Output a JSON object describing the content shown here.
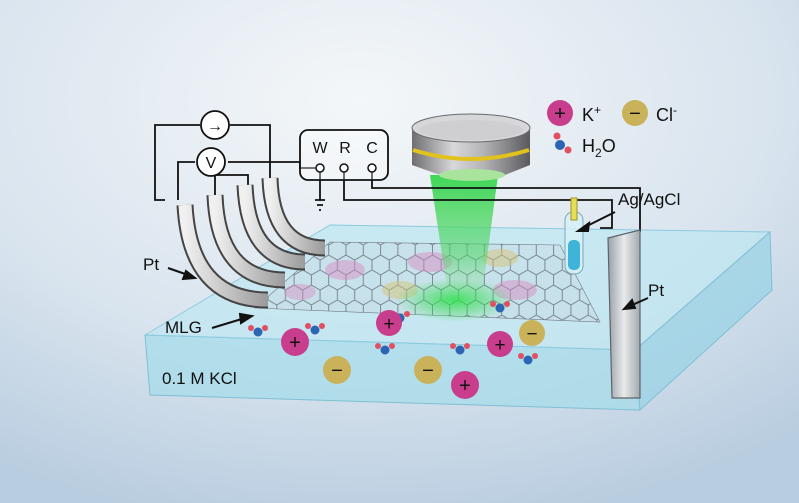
{
  "legend": {
    "cation_label": "K",
    "cation_sup": "+",
    "anion_label": "Cl",
    "anion_sup": "-",
    "water_label_main": "H",
    "water_label_sub": "2",
    "water_label_end": "O"
  },
  "potentiostat": {
    "terminal_w": "W",
    "terminal_r": "R",
    "terminal_c": "C"
  },
  "meters": {
    "ammeter_symbol": "→",
    "voltmeter_symbol": "V"
  },
  "labels": {
    "reference_electrode": "Ag/AgCl",
    "pt_probe": "Pt",
    "pt_plate": "Pt",
    "graphene": "MLG",
    "electrolyte": "0.1 M KCl"
  },
  "ion_signs": {
    "plus": "+",
    "minus": "−"
  },
  "colors": {
    "cation": "#cc3f8f",
    "anion": "#c9b25a",
    "electrolyte": "#8fd3e8",
    "laser": "#2fd14a",
    "background": "#c9d8e6"
  }
}
